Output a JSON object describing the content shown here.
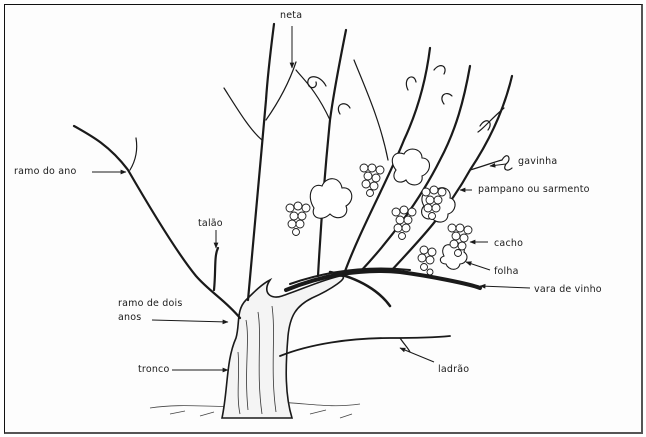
{
  "labels": {
    "neta": "neta",
    "ramo_do_ano": "ramo do ano",
    "talao": "talão",
    "gavinha": "gavinha",
    "pampano": "pampano ou sarmento",
    "cacho": "cacho",
    "folha": "folha",
    "vara_de_vinho": "vara de vinho",
    "ramo_dois_anos_1": "ramo de dois",
    "ramo_dois_anos_2": "anos",
    "tronco": "tronco",
    "ladrao": "ladrão"
  }
}
